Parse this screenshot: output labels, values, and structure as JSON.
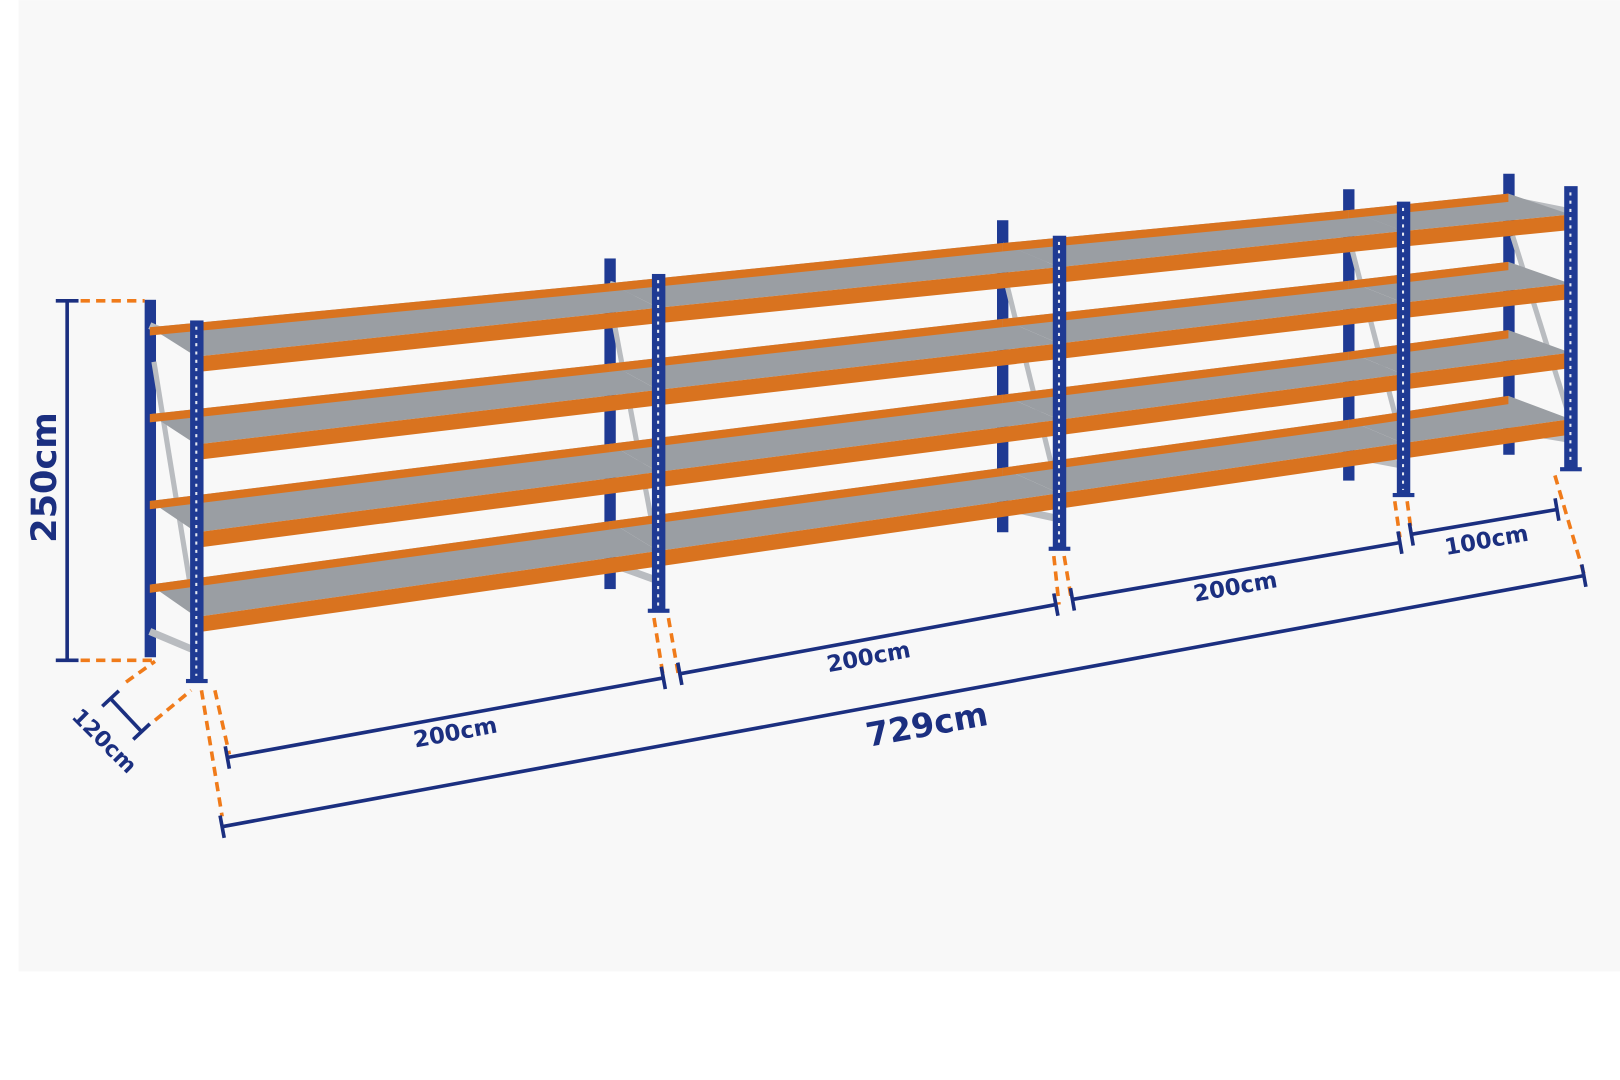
{
  "colors": {
    "background": "#f8f8f8",
    "upright": "#1f3a93",
    "beam": "#d9731f",
    "deck": "#9a9ea3",
    "dimension": "#1b2f80",
    "extension": "#f07b1a"
  },
  "dimensions": {
    "height": "250cm",
    "depth": "120cm",
    "bay1": "200cm",
    "bay2": "200cm",
    "bay3": "200cm",
    "bay4": "100cm",
    "total": "729cm"
  },
  "shelving": {
    "bays": 4,
    "levels": 4
  }
}
